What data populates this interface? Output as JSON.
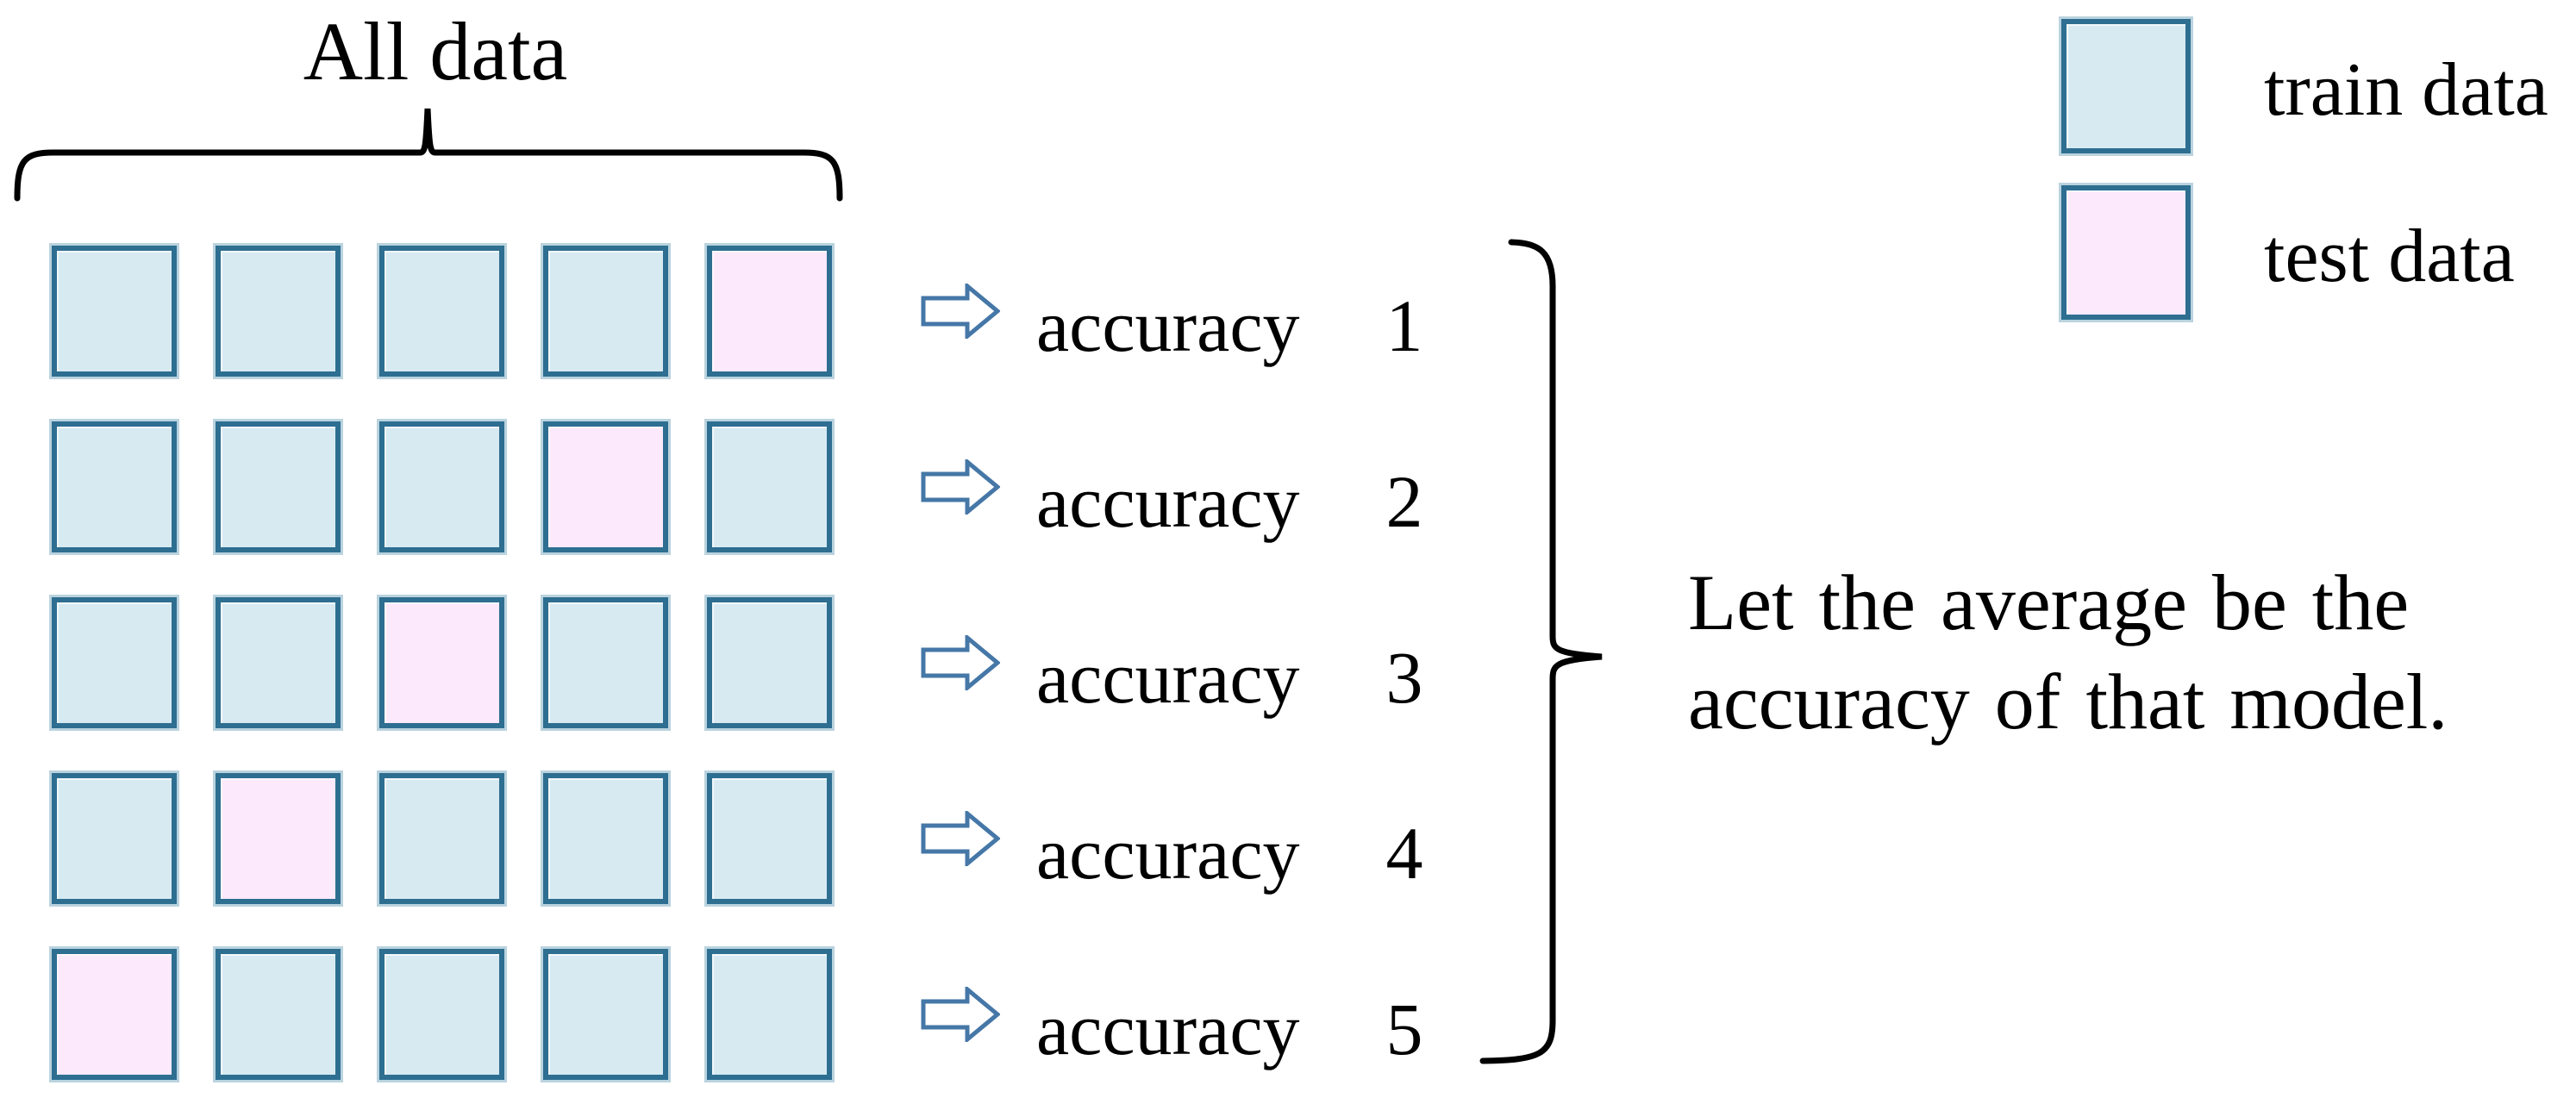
{
  "title": "All data",
  "colors": {
    "cell_border": "#2d6e91",
    "halo": "#bad3de",
    "train_fill": "#d7eaf2",
    "test_fill": "#fce9fb",
    "arrow_stroke": "#4577a7",
    "brace": "#000000",
    "text": "#000000"
  },
  "grid": {
    "rows": 5,
    "cols": 5,
    "cells": [
      [
        "train",
        "train",
        "train",
        "train",
        "test"
      ],
      [
        "train",
        "train",
        "train",
        "test",
        "train"
      ],
      [
        "train",
        "train",
        "test",
        "train",
        "train"
      ],
      [
        "train",
        "test",
        "train",
        "train",
        "train"
      ],
      [
        "test",
        "train",
        "train",
        "train",
        "train"
      ]
    ]
  },
  "accuracy_items": [
    {
      "label": "accuracy",
      "number": "1"
    },
    {
      "label": "accuracy",
      "number": "2"
    },
    {
      "label": "accuracy",
      "number": "3"
    },
    {
      "label": "accuracy",
      "number": "4"
    },
    {
      "label": "accuracy",
      "number": "5"
    }
  ],
  "conclusion": {
    "lines": [
      "Let the average be the",
      "accuracy of that model."
    ]
  },
  "legend": {
    "items": [
      {
        "type": "train",
        "label": "train data"
      },
      {
        "type": "test",
        "label": "test data"
      }
    ]
  },
  "icons": {
    "arrow": "right-block-arrow-icon",
    "top_brace": "horizontal-curly-brace-up",
    "right_brace": "closing-curly-brace"
  }
}
